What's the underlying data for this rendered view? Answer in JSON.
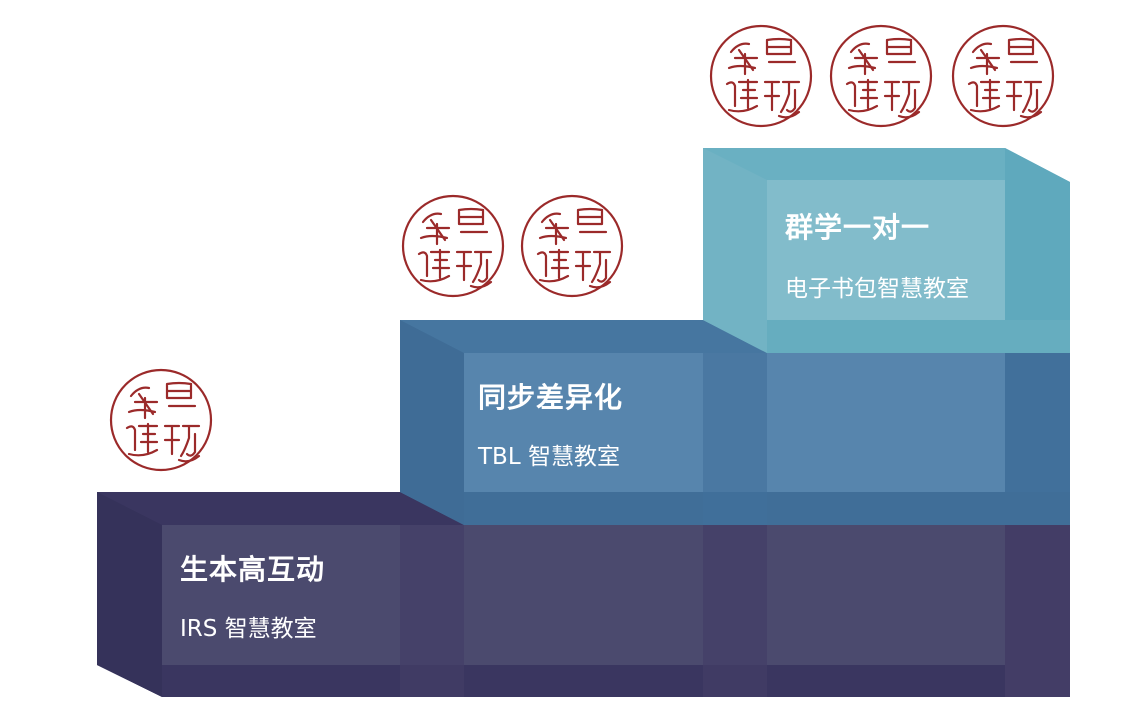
{
  "colors": {
    "level1": "#3a3660",
    "level2": "#4676a0",
    "level3": "#6ab0c2",
    "seal": "#9b2a2a"
  },
  "steps": [
    {
      "title": "生本高互动",
      "subtitle": "IRS 智慧教室",
      "seals": 1
    },
    {
      "title": "同步差异化",
      "subtitle": "TBL 智慧教室",
      "seals": 2
    },
    {
      "title": "群学一对一",
      "subtitle": "电子书包智慧教室",
      "seals": 3
    }
  ]
}
